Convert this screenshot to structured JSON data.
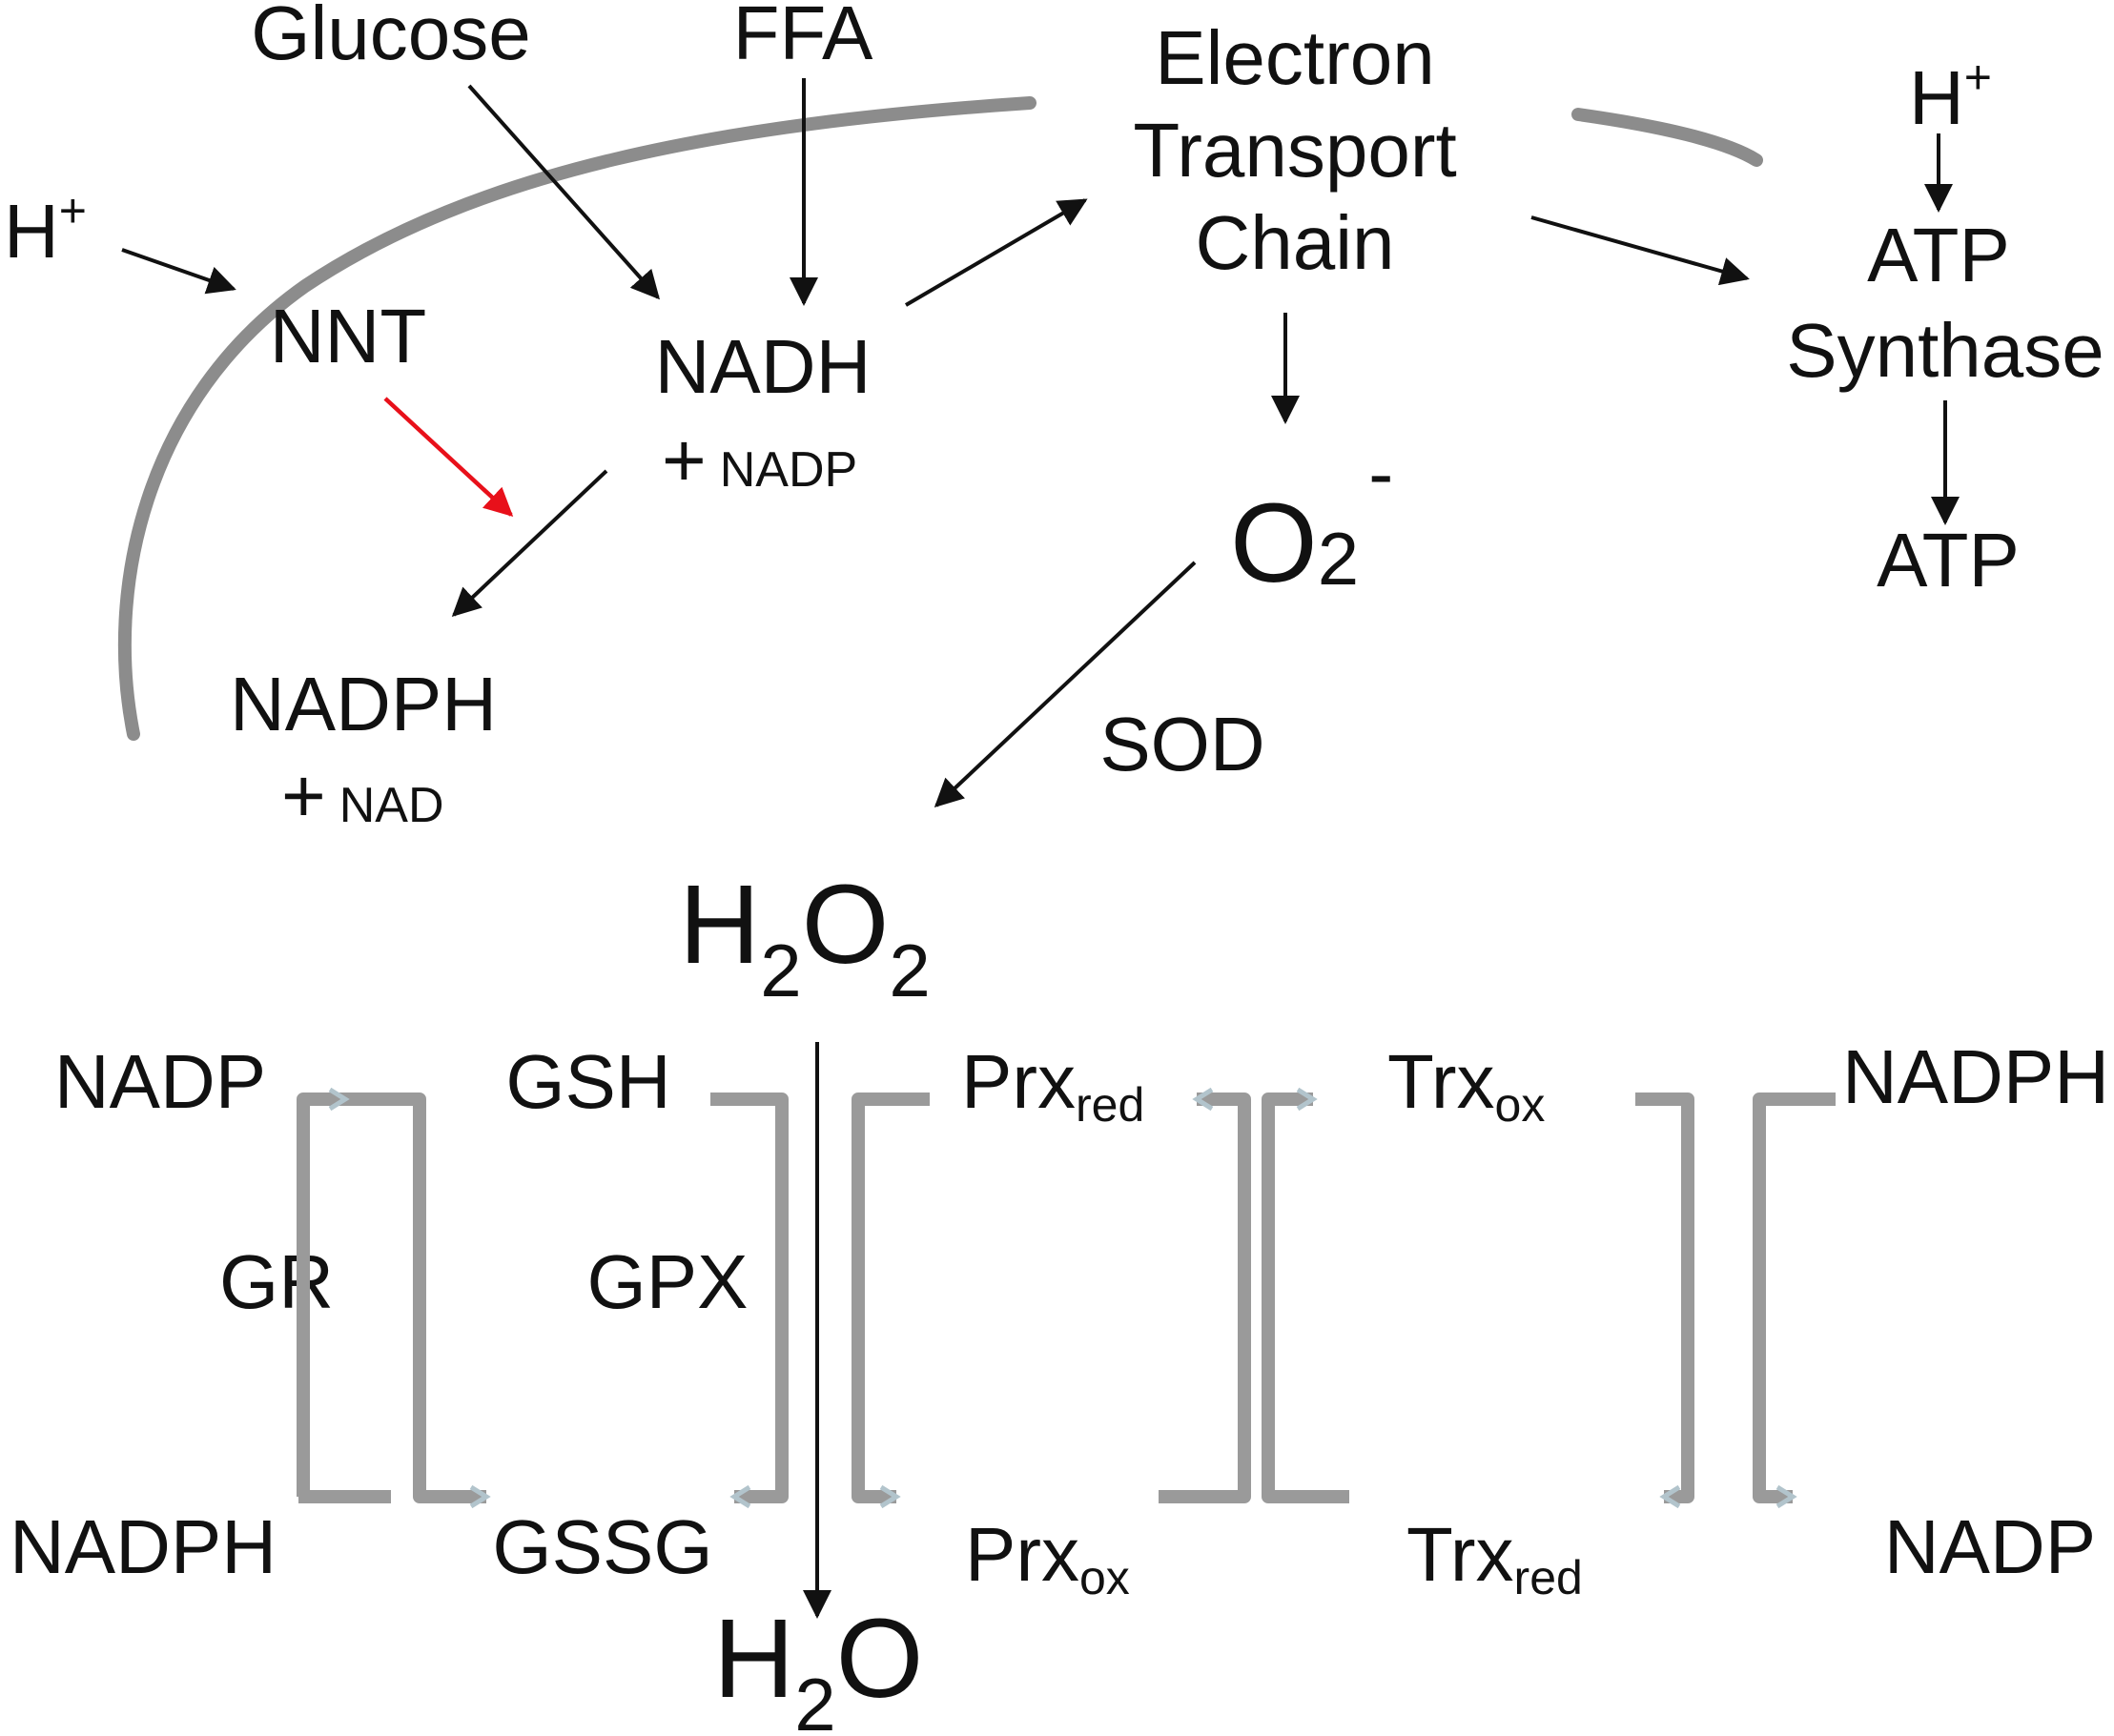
{
  "labels": {
    "glucose": "Glucose",
    "ffa": "FFA",
    "etc_line1": "Electron",
    "etc_line2": "Transport",
    "etc_line3": "Chain",
    "h_left": "H",
    "h_right": "H",
    "h_superscript": "+",
    "nnt": "NNT",
    "nadh": "NADH",
    "nadh_plus": "+",
    "nadh_cofactor": "NADP",
    "nadph_top": "NADPH",
    "nadph_plus": "+",
    "nadph_cofactor": "NAD",
    "atp_synthase_line1": "ATP",
    "atp_synthase_line2": "Synthase",
    "atp": "ATP",
    "superoxide_base": "O",
    "superoxide_subscript": "2",
    "superoxide_charge": "-",
    "sod": "SOD",
    "h2o2_h": "H",
    "h2o2_sub1": "2",
    "h2o2_o": "O",
    "h2o2_sub2": "2",
    "h2o_h": "H",
    "h2o_sub": "2",
    "h2o_o": "O"
  },
  "redox_cycle": {
    "top_row": {
      "nadp_left": "NADP",
      "gsh": "GSH",
      "prx_red_base": "Prx",
      "prx_red_sub": "red",
      "trx_ox_base": "Trx",
      "trx_ox_sub": "ox",
      "nadph_right": "NADPH"
    },
    "bottom_row": {
      "nadph_left": "NADPH",
      "gssg": "GSSG",
      "prx_ox_base": "Prx",
      "prx_ox_sub": "ox",
      "trx_red_base": "Trx",
      "trx_red_sub": "red",
      "nadp_right": "NADP"
    },
    "enzymes": {
      "gr": "GR",
      "gpx": "GPX"
    }
  },
  "colors": {
    "membrane": "#8c8c8c",
    "bracket": "#9a9a9a",
    "arrow": "#111111",
    "nnt_arrow": "#e8101a"
  }
}
